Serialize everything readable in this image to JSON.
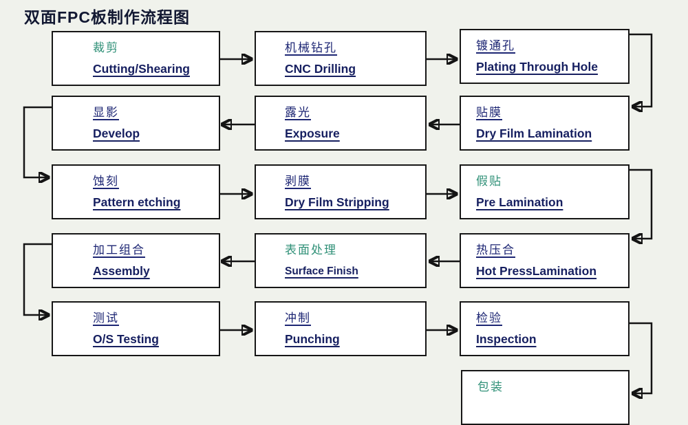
{
  "title": "双面FPC板制作流程图",
  "colors": {
    "navy_text": "#1c2573",
    "english_text": "#161f60",
    "teal_text": "#2f9077",
    "line": "#141414",
    "box_background": "#ffffff",
    "page_background": "#f0f2ec"
  },
  "steps": [
    {
      "zh": "裁剪",
      "en": "Cutting/Shearing",
      "zh_color": "teal"
    },
    {
      "zh": "机械钻孔",
      "en": "CNC Drilling",
      "zh_color": "navy"
    },
    {
      "zh": "镀通孔",
      "en": "Plating Through Hole",
      "zh_color": "navy"
    },
    {
      "zh": "显影",
      "en": "Develop",
      "zh_color": "navy"
    },
    {
      "zh": "露光",
      "en": "Exposure",
      "zh_color": "navy"
    },
    {
      "zh": "贴膜",
      "en": "Dry Film Lamination",
      "zh_color": "navy"
    },
    {
      "zh": "蚀刻",
      "en": "Pattern etching",
      "zh_color": "navy"
    },
    {
      "zh": "剥膜",
      "en": "Dry Film Stripping",
      "zh_color": "navy"
    },
    {
      "zh": "假贴",
      "en": "Pre Lamination",
      "zh_color": "teal"
    },
    {
      "zh": "加工组合",
      "en": "Assembly",
      "zh_color": "navy"
    },
    {
      "zh": "表面处理",
      "en": "Surface  Finish",
      "zh_color": "teal"
    },
    {
      "zh": "热压合",
      "en": "Hot PressLamination",
      "zh_color": "navy"
    },
    {
      "zh": "测试",
      "en": "O/S Testing",
      "zh_color": "navy"
    },
    {
      "zh": "冲制",
      "en": "Punching",
      "zh_color": "navy"
    },
    {
      "zh": "检验",
      "en": "Inspection",
      "zh_color": "navy"
    },
    {
      "zh": "包装",
      "en": "",
      "zh_color": "teal"
    }
  ]
}
